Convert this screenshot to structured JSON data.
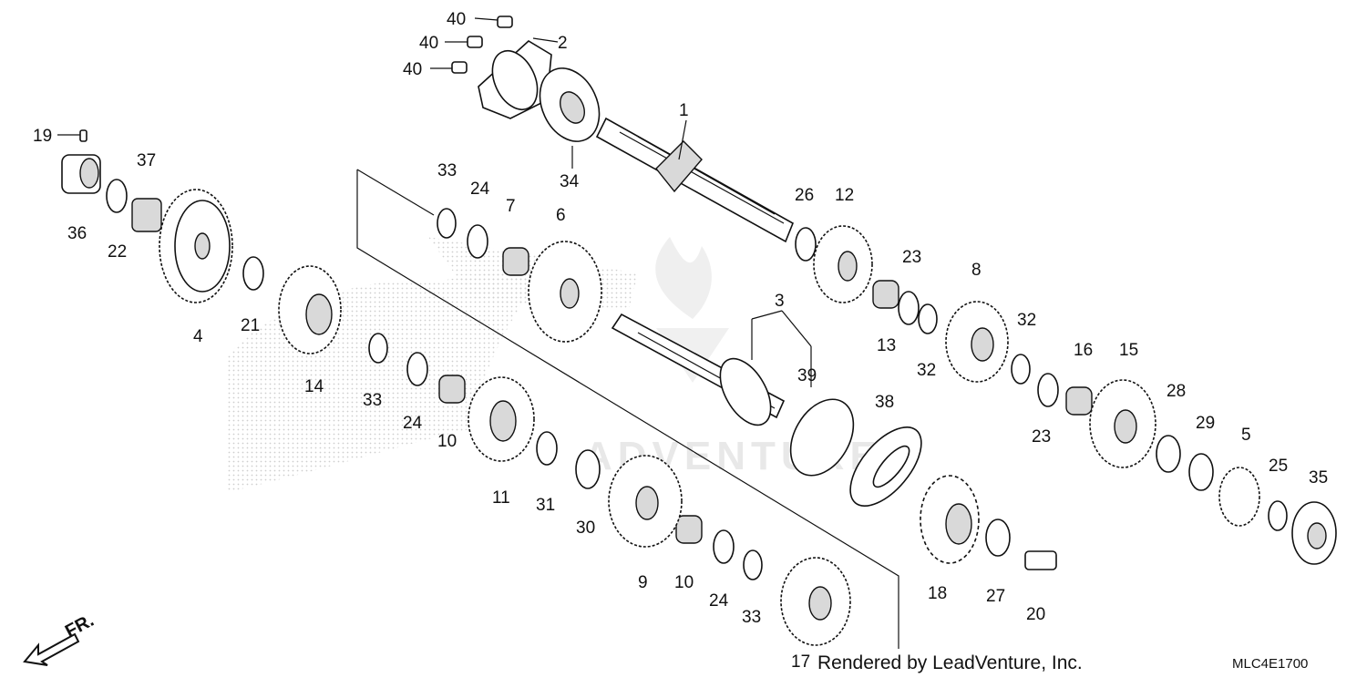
{
  "diagram": {
    "callouts": [
      "1",
      "2",
      "3",
      "4",
      "5",
      "6",
      "7",
      "8",
      "9",
      "10",
      "11",
      "12",
      "13",
      "14",
      "15",
      "16",
      "17",
      "18",
      "19",
      "20",
      "21",
      "22",
      "23",
      "24",
      "25",
      "26",
      "27",
      "28",
      "29",
      "30",
      "31",
      "32",
      "33",
      "34",
      "35",
      "36",
      "37",
      "38",
      "39",
      "40"
    ],
    "credit": "Rendered by LeadVenture, Inc.",
    "diagram_code": "MLC4E1700",
    "direction_label": "FR.",
    "colors": {
      "line": "#111111",
      "watermark": "#e3e3e3",
      "background": "#ffffff"
    }
  }
}
